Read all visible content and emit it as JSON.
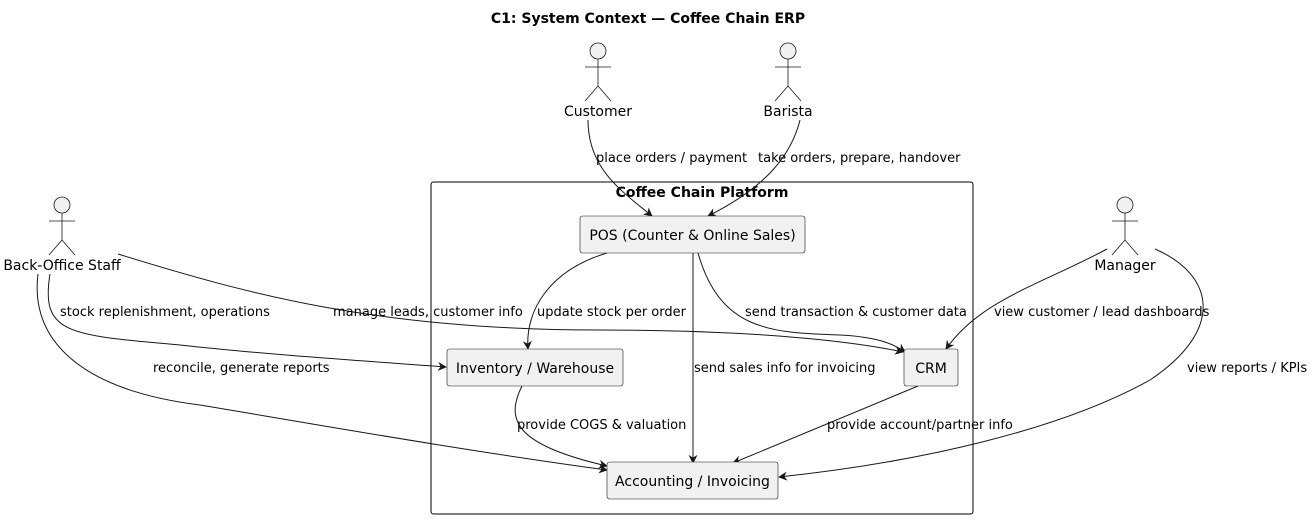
{
  "title": "C1: System Context — Coffee Chain ERP",
  "boundary": {
    "label": "Coffee Chain Platform"
  },
  "actors": {
    "customer": "Customer",
    "barista": "Barista",
    "back_office": "Back-Office Staff",
    "manager": "Manager"
  },
  "systems": {
    "pos": "POS (Counter & Online Sales)",
    "inventory": "Inventory / Warehouse",
    "crm": "CRM",
    "accounting": "Accounting / Invoicing"
  },
  "edges": {
    "customer_pos": "place orders / payment",
    "barista_pos": "take orders, prepare, handover",
    "backoffice_inventory": "stock replenishment, operations",
    "backoffice_crm": "manage leads, customer info",
    "backoffice_accounting": "reconcile, generate reports",
    "pos_inventory": "update stock per order",
    "pos_crm": "send transaction & customer data",
    "pos_accounting": "send sales info for invoicing",
    "inventory_accounting": "provide COGS & valuation",
    "crm_accounting": "provide account/partner info",
    "manager_crm": "view customer / lead dashboards",
    "manager_accounting": "view reports / KPIs"
  }
}
